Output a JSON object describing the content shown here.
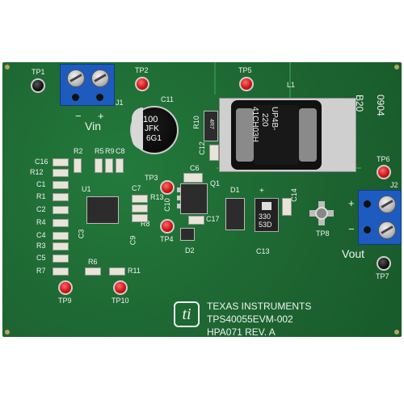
{
  "board": {
    "brand": "TEXAS INSTRUMENTS",
    "model": "TPS40055EVM-002",
    "revision": "HPA071 REV. A",
    "board_code_1": "B20",
    "board_code_2": "0904"
  },
  "testpoints": {
    "tp1": "TP1",
    "tp2": "TP2",
    "tp3": "TP3",
    "tp4": "TP4",
    "tp5": "TP5",
    "tp6": "TP6",
    "tp7": "TP7",
    "tp8": "TP8",
    "tp9": "TP9",
    "tp10": "TP10"
  },
  "connectors": {
    "j1": "J1",
    "j2": "J2",
    "vin": "Vin",
    "vout": "Vout",
    "minus": "−",
    "plus": "+"
  },
  "inductor": {
    "ref": "L1",
    "marking_1": "UP4B-",
    "marking_2": "220",
    "marking_3": "41CH03H"
  },
  "cap_c11": {
    "ref": "C11",
    "marking_1": "100",
    "marking_2": "JFK",
    "marking_3": "6G1"
  },
  "cap_c13": {
    "ref": "C13",
    "marking_1": "330",
    "marking_2": "53D"
  },
  "refs": {
    "r10": "R10",
    "r10_value": "4R7",
    "c12": "C12",
    "c6": "C6",
    "c7": "C7",
    "c10": "C10",
    "c17": "C17",
    "c14": "C14",
    "q1": "Q1",
    "d1": "D1",
    "d2": "D2",
    "c16": "C16",
    "r12": "R12",
    "c1": "C1",
    "r1": "R1",
    "c2": "C2",
    "r4": "R4",
    "c4": "C4",
    "r3": "R3",
    "c5": "C5",
    "r7": "R7",
    "r2": "R2",
    "r5": "R5",
    "r9": "R9",
    "c8": "C8",
    "u1": "U1",
    "c3": "C3",
    "c9": "C9",
    "r8": "R8",
    "r13": "R13",
    "r6": "R6",
    "r11": "R11"
  },
  "colors": {
    "pcb": "#1f6b34",
    "silkscreen": "#f2f2f2",
    "testpoint_red": "#d01515",
    "terminal_blue": "#1e5bbf"
  }
}
